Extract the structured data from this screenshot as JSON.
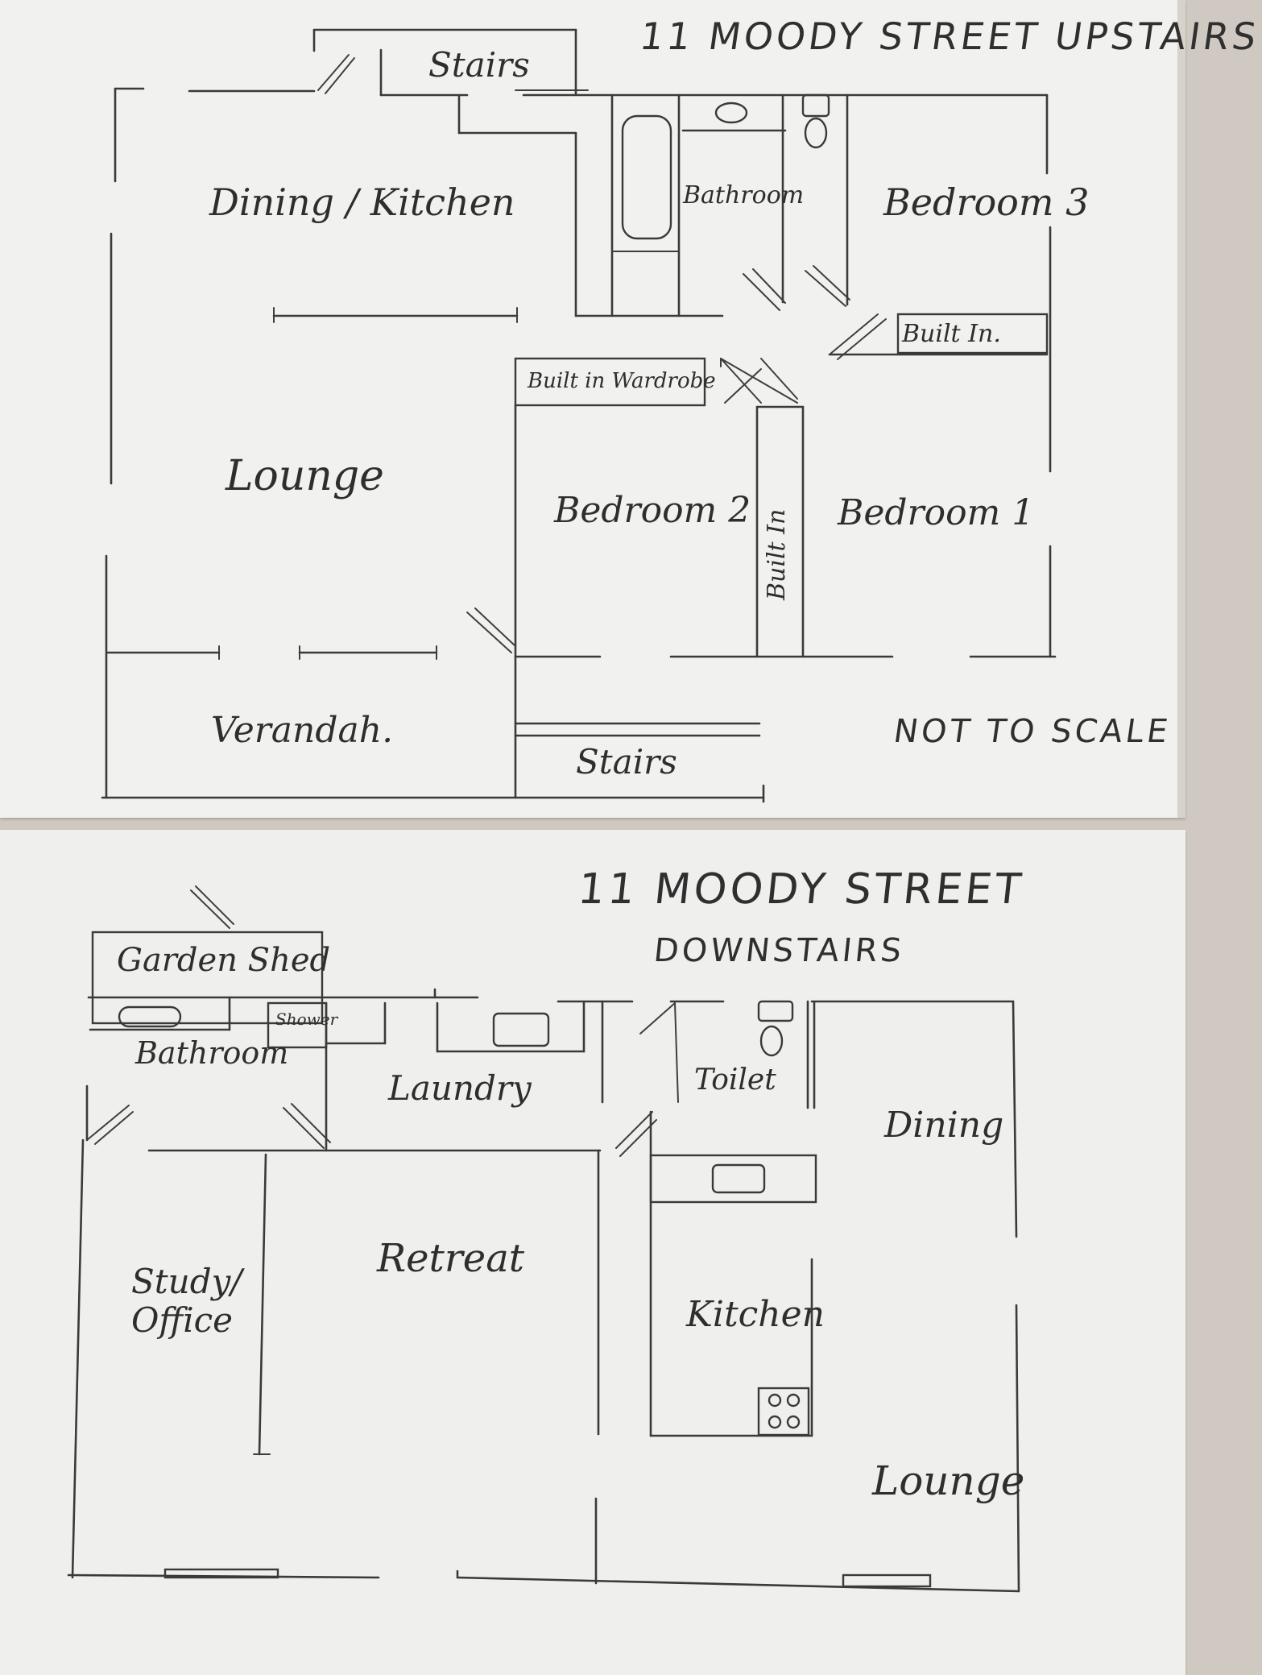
{
  "upstairs": {
    "title": "11 MOODY STREET UPSTAIRS",
    "note": "NOT TO SCALE",
    "rooms": {
      "stairs_top": "Stairs",
      "dining_kitchen": "Dining / Kitchen",
      "bathroom": "Bathroom",
      "bedroom3": "Bedroom 3",
      "built_in_right": "Built In.",
      "built_in_wardrobe": "Built in Wardrobe",
      "lounge": "Lounge",
      "bedroom2": "Bedroom 2",
      "built_in_vertical": "Built In",
      "bedroom1": "Bedroom 1",
      "verandah": "Verandah.",
      "stairs_bottom": "Stairs"
    }
  },
  "downstairs": {
    "title_line1": "11 MOODY STREET",
    "title_line2": "DOWNSTAIRS",
    "rooms": {
      "garden_shed": "Garden Shed",
      "shower": "Shower",
      "bathroom": "Bathroom",
      "laundry": "Laundry",
      "toilet": "Toilet",
      "dining": "Dining",
      "retreat": "Retreat",
      "study_office_line1": "Study/",
      "study_office_line2": "Office",
      "kitchen": "Kitchen",
      "lounge": "Lounge"
    }
  },
  "colors": {
    "ink": "#3a3a3a",
    "paper": "#f1f1ef",
    "background": "#cfc9c1"
  }
}
